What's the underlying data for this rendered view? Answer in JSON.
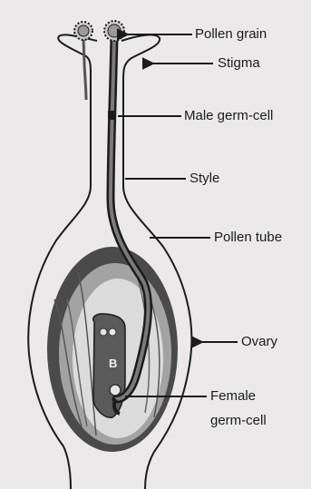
{
  "labels": {
    "pollen_grain": "Pollen grain",
    "stigma": "Stigma",
    "male_germ_cell": "Male germ-cell",
    "style": "Style",
    "pollen_tube": "Pollen tube",
    "ovary": "Ovary",
    "female_germ_cell_line1": "Female",
    "female_germ_cell_line2": "germ-cell",
    "ovule_letter": "B"
  },
  "colors": {
    "background": "#ebe9ea",
    "ink": "#1b1b1b",
    "ovary_wall_dark": "#3c3c3c",
    "ovary_wall_mid": "#8a8a8a",
    "ovule_fill": "#5a5a5a",
    "tube": "#6b6b6b"
  }
}
